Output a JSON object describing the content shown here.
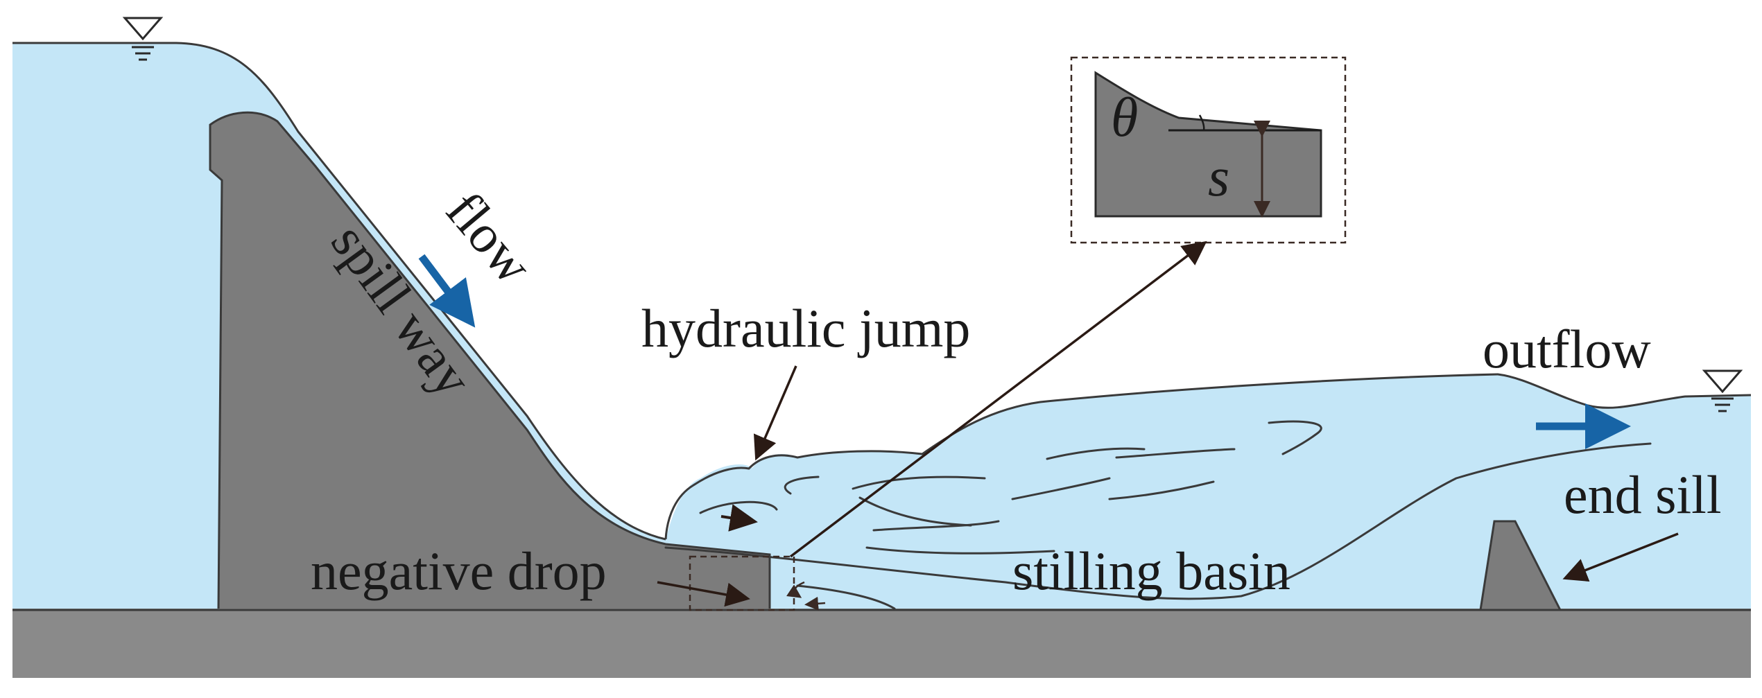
{
  "labels": {
    "flow": "flow",
    "spill_way": "spill way",
    "hydraulic_jump": "hydraulic jump",
    "outflow": "outflow",
    "end_sill": "end sill",
    "negative_drop": "negative drop",
    "stilling_basin": "stilling basin"
  },
  "inset": {
    "theta_symbol": "θ",
    "s_symbol": "s"
  },
  "colors": {
    "water": "#c4e6f7",
    "concrete": "#8a8a8a",
    "structure": "#7c7c7c",
    "outline": "#3a3a3a",
    "flow_arrow": "#1764a6",
    "leader_arrow": "#2a1a14"
  }
}
